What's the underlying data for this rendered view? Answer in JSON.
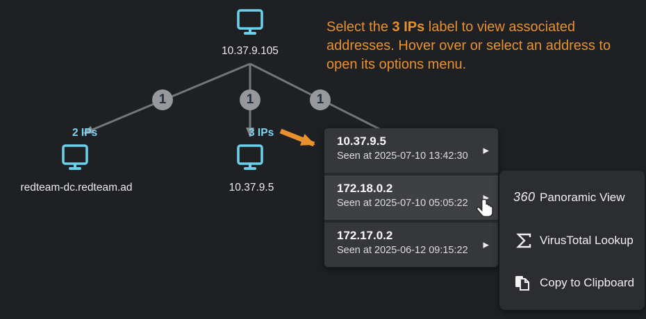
{
  "instruction": {
    "text_before": "Select the ",
    "text_bold": "3 IPs",
    "text_after": " label to view associated addresses. Hover over or select an address to open its options menu."
  },
  "graph": {
    "root_label": "10.37.9.105",
    "badges": [
      "1",
      "1",
      "1"
    ],
    "left_node": {
      "count_label": "2 IPs",
      "name": "redteam-dc.redteam.ad"
    },
    "middle_node": {
      "count_label": "3 IPs",
      "name": "10.37.9.5"
    }
  },
  "address_popup": {
    "chevron": "▶",
    "items": [
      {
        "ip": "10.37.9.5",
        "seen": "Seen at 2025-07-10 13:42:30"
      },
      {
        "ip": "172.18.0.2",
        "seen": "Seen at 2025-07-10 05:05:22"
      },
      {
        "ip": "172.17.0.2",
        "seen": "Seen at 2025-06-12 09:15:22"
      }
    ]
  },
  "options_menu": {
    "items": [
      {
        "icon": "360-icon",
        "icon_text": "360",
        "label": "Panoramic View"
      },
      {
        "icon": "virustotal-icon",
        "label": "VirusTotal Lookup"
      },
      {
        "icon": "copy-icon",
        "label": "Copy to Clipboard"
      }
    ]
  },
  "colors": {
    "background": "#1e2024",
    "accent_orange": "#e8912e",
    "node_cyan": "#6bd2ee",
    "edge_gray": "#747679",
    "badge_gray": "#96989b",
    "popup_row": "#35373b",
    "popup_row_hover": "#3e4044",
    "menu_bg": "#2b2d31"
  }
}
